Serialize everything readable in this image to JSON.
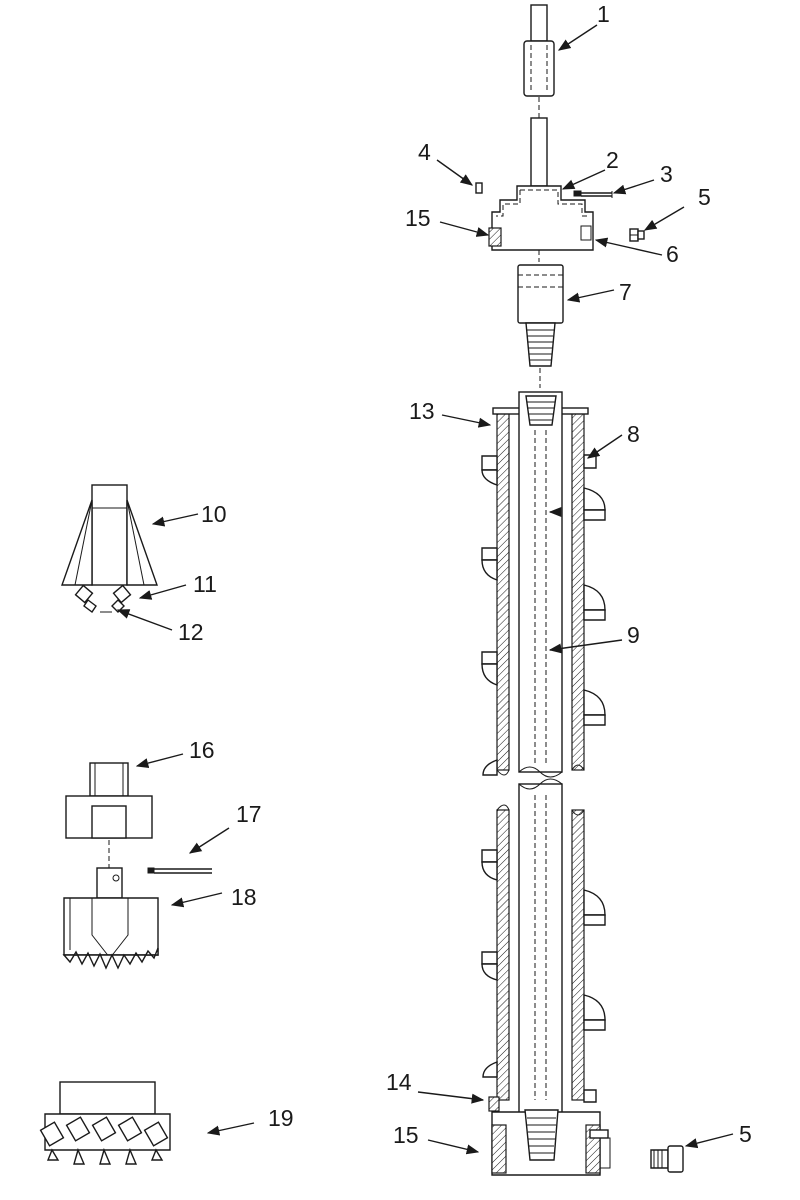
{
  "callouts": {
    "c1": "1",
    "c2": "2",
    "c3": "3",
    "c4": "4",
    "c5a": "5",
    "c5b": "5",
    "c6": "6",
    "c7": "7",
    "c8": "8",
    "c9": "9",
    "c10": "10",
    "c11": "11",
    "c12": "12",
    "c13": "13",
    "c14": "14",
    "c15a": "15",
    "c15b": "15",
    "c16": "16",
    "c17": "17",
    "c18": "18",
    "c19": "19"
  },
  "colors": {
    "line": "#1a1a1a",
    "background": "#ffffff"
  }
}
